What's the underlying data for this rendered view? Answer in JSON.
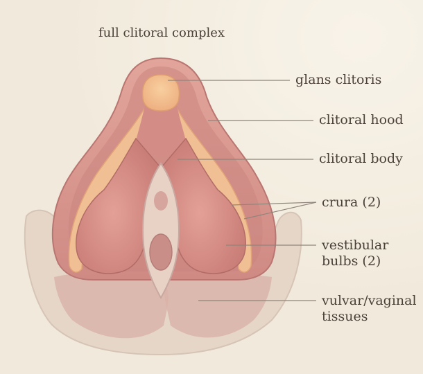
{
  "diagram": {
    "title": "full clitoral complex",
    "labels": {
      "glans": "glans clitoris",
      "hood": "clitoral hood",
      "body": "clitoral body",
      "crura": "crura (2)",
      "bulbs_line1": "vestibular",
      "bulbs_line2": "bulbs (2)",
      "tissues_line1": "vulvar/vaginal",
      "tissues_line2": "tissues"
    },
    "colors": {
      "background": "#f3ede0",
      "outer_tissue": "#e6d6c8",
      "hood": "#d7948d",
      "crura": "#f0bf93",
      "bulbs": "#d5877f",
      "glans": "#f4c08f",
      "leader_line": "#8f857a",
      "text": "#4a4038"
    }
  }
}
